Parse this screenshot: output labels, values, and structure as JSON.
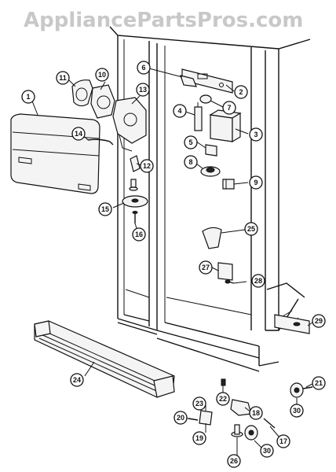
{
  "watermark": "AppliancePartsPros.com",
  "callouts": [
    {
      "label": "1"
    },
    {
      "label": "2"
    },
    {
      "label": "3"
    },
    {
      "label": "4"
    },
    {
      "label": "5"
    },
    {
      "label": "6"
    },
    {
      "label": "7"
    },
    {
      "label": "8"
    },
    {
      "label": "9"
    },
    {
      "label": "10"
    },
    {
      "label": "11"
    },
    {
      "label": "12"
    },
    {
      "label": "13"
    },
    {
      "label": "14"
    },
    {
      "label": "15"
    },
    {
      "label": "16"
    },
    {
      "label": "17"
    },
    {
      "label": "18"
    },
    {
      "label": "19"
    },
    {
      "label": "20"
    },
    {
      "label": "21"
    },
    {
      "label": "22"
    },
    {
      "label": "23"
    },
    {
      "label": "24"
    },
    {
      "label": "25"
    },
    {
      "label": "26"
    },
    {
      "label": "27"
    },
    {
      "label": "28"
    },
    {
      "label": "29"
    },
    {
      "label": "30"
    },
    {
      "label": "30"
    }
  ]
}
